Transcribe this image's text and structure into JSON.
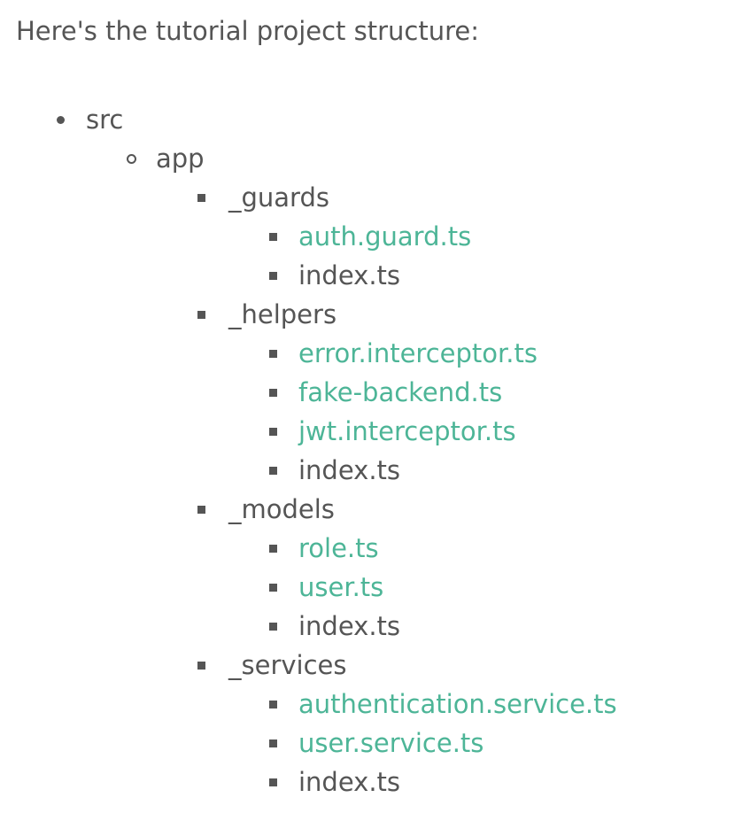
{
  "intro": "Here's the tutorial project structure:",
  "tree": {
    "src": "src",
    "app": "app",
    "guards": {
      "label": "_guards",
      "files": [
        "auth.guard.ts",
        "index.ts"
      ]
    },
    "helpers": {
      "label": "_helpers",
      "files": [
        "error.interceptor.ts",
        "fake-backend.ts",
        "jwt.interceptor.ts",
        "index.ts"
      ]
    },
    "models": {
      "label": "_models",
      "files": [
        "role.ts",
        "user.ts",
        "index.ts"
      ]
    },
    "services": {
      "label": "_services",
      "files": [
        "authentication.service.ts",
        "user.service.ts",
        "index.ts"
      ]
    }
  },
  "colors": {
    "text": "#555555",
    "link": "#4db597"
  }
}
